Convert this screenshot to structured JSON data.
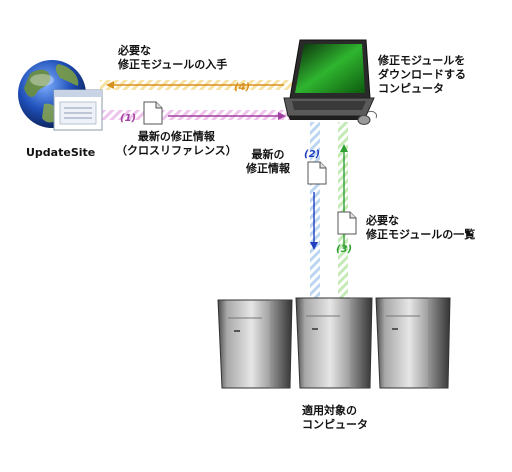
{
  "update_site": {
    "label": "UpdateSite",
    "note_1": [
      "最新の修正情報",
      "（クロスリファレンス）"
    ]
  },
  "download_pc": {
    "label": [
      "修正モジュールを",
      "ダウンロードする",
      "コンピュータ"
    ],
    "note_4": [
      "必要な",
      "修正モジュールの入手"
    ]
  },
  "flow_2": {
    "label": [
      "最新の",
      "修正情報"
    ]
  },
  "flow_3": {
    "label": [
      "必要な",
      "修正モジュールの一覧"
    ]
  },
  "targets": {
    "label": [
      "適用対象の",
      "コンピュータ"
    ]
  },
  "steps": [
    "(1)",
    "(2)",
    "(3)",
    "(4)"
  ],
  "colors": {
    "step1": "#a040a0",
    "step2": "#2040c0",
    "step3": "#30a030",
    "step4": "#d89020",
    "step_number": "#2040c0"
  }
}
